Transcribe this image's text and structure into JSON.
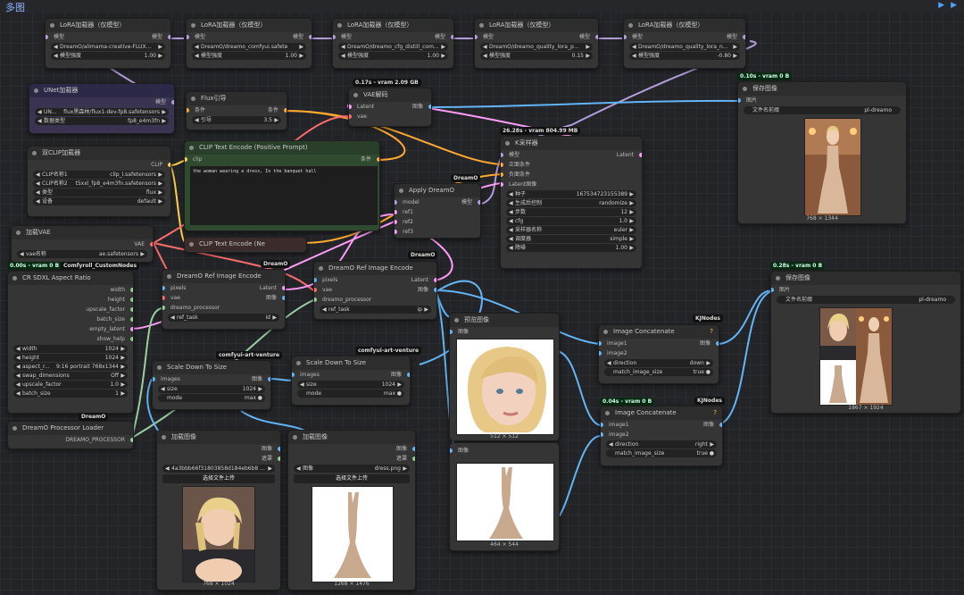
{
  "app": {
    "title": "多图",
    "run_controls": "▶ ▶"
  },
  "lora": [
    {
      "title": "LoRA加载器（仅模型）",
      "model_in": "模型",
      "model_out": "模型",
      "lora_name": "DreamO/alimama-creative-FLUX...",
      "strength_label": "模型强度",
      "strength": "1.00"
    },
    {
      "title": "LoRA加载器（仅模型）",
      "model_in": "模型",
      "model_out": "模型",
      "lora_name": "DreamO/dreamo_comfyui.safete",
      "strength_label": "模型强度",
      "strength": "1.00"
    },
    {
      "title": "LoRA加载器（仅模型）",
      "model_in": "模型",
      "model_out": "模型",
      "lora_name": "DreamO/dreamo_cfg_distill_com...",
      "strength_label": "模型强度",
      "strength": "1.00"
    },
    {
      "title": "LoRA加载器（仅模型）",
      "model_in": "模型",
      "model_out": "模型",
      "lora_name": "DreamO/dreamo_quality_lora_p...",
      "strength_label": "模型强度",
      "strength": "0.15"
    },
    {
      "title": "LoRA加载器（仅模型）",
      "model_in": "模型",
      "model_out": "模型",
      "lora_name": "DreamO/dreamo_quality_lora_n...",
      "strength_label": "模型强度",
      "strength": "-0.80"
    }
  ],
  "unet": {
    "title": "UNet加载器",
    "out": "模型",
    "unet_label": "UN...",
    "unet_value": "flux黑森林/flux1-dev-fp8.safetensors",
    "dtype_label": "数据类型",
    "dtype_value": "fp8_e4m3fn"
  },
  "flux_guide": {
    "title": "Flux引导",
    "in": "条件",
    "out": "条件",
    "guide_label": "引导",
    "guide_value": "3.5"
  },
  "vae_decode": {
    "badge": "0.17s - vram 2.09 GB",
    "title": "VAE解码",
    "latent": "Latent",
    "vae": "vae",
    "out": "图像"
  },
  "dual_clip": {
    "title": "双CLIP加载器",
    "out": "CLIP",
    "clip1_label": "CLIP名称1",
    "clip1": "clip_l.safetensors",
    "clip2_label": "CLIP名称2",
    "clip2": "t5xxl_fp8_e4m3fn.safetensors",
    "type_label": "类型",
    "type": "flux",
    "device_label": "设备",
    "device": "default"
  },
  "clip_pos": {
    "title": "CLIP Text Encode (Positive Prompt)",
    "clip": "clip",
    "out": "条件",
    "text": "the woman wearing a dress, In the banquet hall"
  },
  "clip_neg": {
    "title": "CLIP Text Encode (Ne"
  },
  "ksampler": {
    "badge": "26.28s - vram 804.99 MB",
    "title": "K采样器",
    "model": "模型",
    "pos": "正面条件",
    "neg": "负面条件",
    "latent_in": "Latent图像",
    "latent_out": "Latent",
    "seed_label": "种子",
    "seed": "167534723155389",
    "ctrl_label": "生成后控制",
    "ctrl": "randomize",
    "steps_label": "步数",
    "steps": "12",
    "cfg_label": "cfg",
    "cfg": "1.0",
    "sampler_label": "采样器名称",
    "sampler": "euler",
    "sched_label": "调度器",
    "sched": "simple",
    "denoise_label": "降噪",
    "denoise": "1.00"
  },
  "apply_dreamo": {
    "tag": "DreamO",
    "title": "Apply DreamO",
    "model": "model",
    "ref1": "ref1",
    "ref2": "ref2",
    "ref3": "ref3",
    "out": "模型"
  },
  "load_vae": {
    "title": "加载VAE",
    "out": "VAE",
    "name_label": "vae名称",
    "name": "ae.safetensors"
  },
  "aspect": {
    "badge": "0.00s - vram 0 B",
    "tag": "Comfyroll_CustomNodes",
    "title": "CR SDXL Aspect Ratio",
    "outs": [
      "width",
      "height",
      "upscale_factor",
      "batch_size",
      "empty_latent",
      "show_help"
    ],
    "w_label": "width",
    "w": "1024",
    "h_label": "height",
    "h": "1024",
    "ar_label": "aspect_r...",
    "ar": "9:16 portrait 768x1344",
    "swap_label": "swap_dimensions",
    "swap": "Off",
    "up_label": "upscale_factor",
    "up": "1.0",
    "bs_label": "batch_size",
    "bs": "1"
  },
  "proc_loader": {
    "tag": "DreamO",
    "title": "DreamO Processor Loader",
    "out": "DREAMO_PROCESSOR"
  },
  "ref1": {
    "tag": "DreamO",
    "title": "DreamO Ref Image Encode",
    "pixels": "pixels",
    "vae": "vae",
    "proc": "dreamo_processor",
    "latent": "Latent",
    "img": "图像",
    "task_label": "ref_task",
    "task": "id"
  },
  "ref2": {
    "tag": "DreamO",
    "title": "DreamO Ref Image Encode",
    "pixels": "pixels",
    "vae": "vae",
    "proc": "dreamo_processor",
    "latent": "Latent",
    "img": "图像",
    "task_label": "ref_task",
    "task": "ip"
  },
  "scale1": {
    "tag": "comfyui-art-venture",
    "title": "Scale Down To Size",
    "in": "images",
    "out": "图像",
    "size_label": "size",
    "size": "1024",
    "mode_label": "mode",
    "mode": "max"
  },
  "scale2": {
    "tag": "comfyui-art-venture",
    "title": "Scale Down To Size",
    "in": "images",
    "out": "图像",
    "size_label": "size",
    "size": "1024",
    "mode_label": "mode",
    "mode": "max"
  },
  "load_img1": {
    "title": "加载图像",
    "out1": "图像",
    "out2": "遮罩",
    "file_label": "",
    "file": "4a3bbb66f31803858d184eb6b8 ...",
    "upload": "选择文件上传",
    "dims": "768 × 1024"
  },
  "load_img2": {
    "title": "加载图像",
    "out1": "图像",
    "out2": "遮罩",
    "file_label": "图像",
    "file": "dress.png",
    "upload": "选择文件上传",
    "dims": "1268 × 1476"
  },
  "preview": {
    "title": "预览图像",
    "in": "图像",
    "dims1": "512 × 512",
    "in2": "图像",
    "dims2": "464 × 544"
  },
  "concat1": {
    "tag": "KJNodes",
    "title": "Image Concatenate",
    "img1": "image1",
    "img2": "image2",
    "out": "图像",
    "dir_label": "direction",
    "dir": "down",
    "match_label": "match_image_size",
    "match": "true"
  },
  "concat2": {
    "badge": "0.04s - vram 0 B",
    "tag": "KJNodes",
    "title": "Image Concatenate",
    "img1": "image1",
    "img2": "image2",
    "out": "图像",
    "dir_label": "direction",
    "dir": "right",
    "match_label": "match_image_size",
    "match": "true"
  },
  "save1": {
    "badge": "0.10s - vram 0 B",
    "title": "保存图像",
    "in": "图片",
    "prefix_label": "文件名前缀",
    "prefix": "pl-dreamo",
    "dims": "768 × 1344"
  },
  "save2": {
    "badge": "0.28s - vram 0 B",
    "title": "保存图像",
    "in": "图片",
    "prefix_label": "文件名前缀",
    "prefix": "pl-dreamo",
    "dims": "1867 × 1924"
  },
  "colors": {
    "model": "#b39ddb",
    "clip": "#ffd24a",
    "vae": "#ff6e6e",
    "cond": "#ffa931",
    "latent": "#ff9cf9",
    "image": "#64b5f6",
    "dreamo": "#9ad0a0"
  }
}
